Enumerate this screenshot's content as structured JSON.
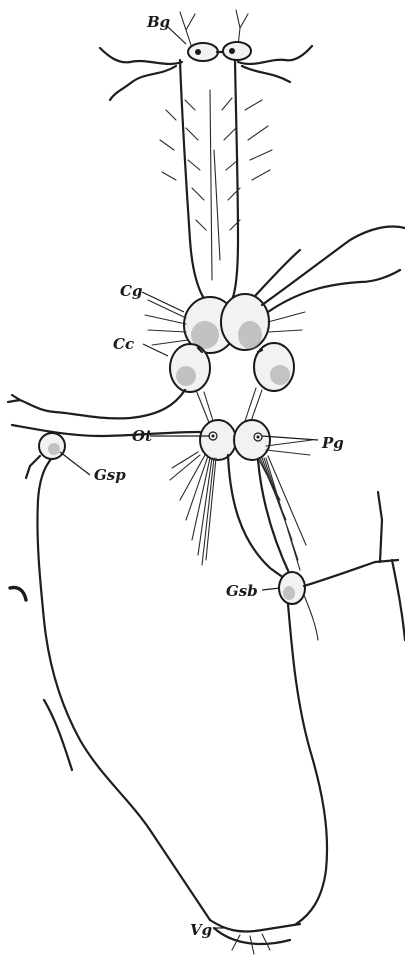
{
  "labels": {
    "bg": "Bg",
    "cg": "Cg",
    "cc": "Cc",
    "ot": "Ot",
    "pg": "Pg",
    "gsp": "Gsp",
    "gsb": "Gsb",
    "vg": "Vg"
  },
  "colors": {
    "ink": "#1a1a1a",
    "paper": "#ffffff"
  }
}
